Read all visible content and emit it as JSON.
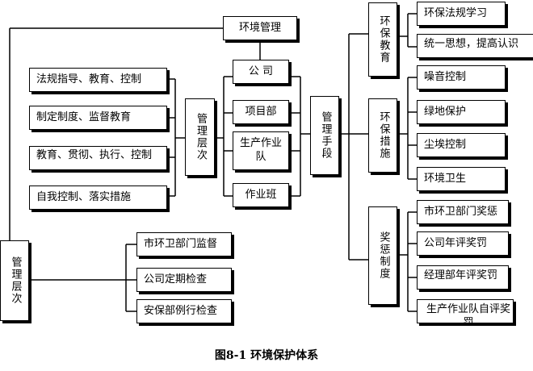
{
  "nodes": {
    "top": "环境管理",
    "company": "公 司",
    "project_dept": "项目部",
    "production_team": "生产作业队",
    "work_shift": "作业班",
    "mgmt_layers_center": "管理层次",
    "mgmt_means": "管理手段",
    "left_items": [
      "法规指导、教育、控制",
      "制定制度、监督教育",
      "教育、贯彻、执行、控制",
      "自我控制、落实措施"
    ],
    "mgmt_layers_lower": "管理层次",
    "inspections": [
      "市环卫部门监督",
      "公司定期检查",
      "安保部例行检查"
    ],
    "env_education": "环保教育",
    "education_items": [
      "环保法规学习",
      "统一思想，提高认识"
    ],
    "env_measures": "环保措施",
    "measure_items": [
      "噪音控制",
      "绿地保护",
      "尘埃控制",
      "环境卫生"
    ],
    "reward_system": "奖惩制度",
    "reward_items": [
      "市环卫部门奖惩",
      "公司年评奖罚",
      "经理部年评奖罚",
      "生产作业队自评奖罚"
    ]
  },
  "caption": "图8-1  环境保护体系"
}
